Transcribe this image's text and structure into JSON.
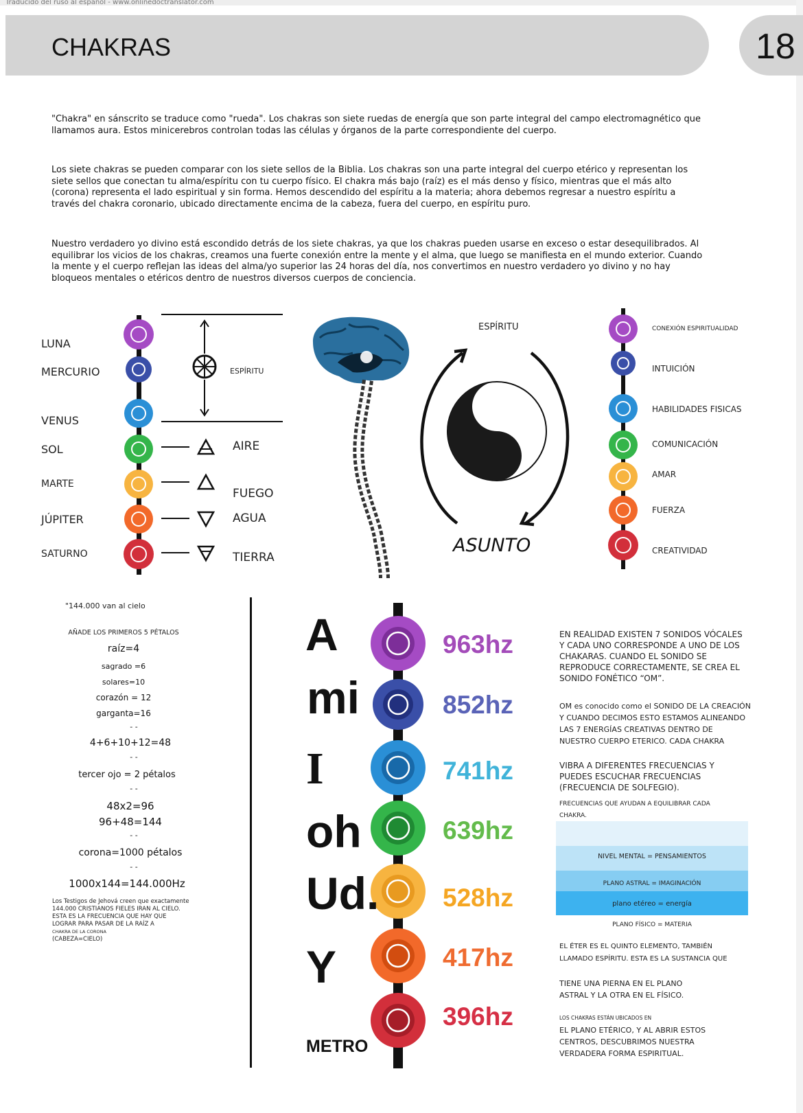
{
  "translator_bar": "Traducido del ruso al español - www.onlinedoctranslator.com",
  "header": {
    "title": "CHAKRAS",
    "page_number": "18"
  },
  "intro": [
    "\"Chakra\" en sánscrito se traduce como \"rueda\". Los chakras son siete ruedas de energía que son parte integral del campo electromagnético que llamamos aura. Estos minicerebros controlan todas las células y órganos de la parte correspondiente del cuerpo.",
    "Los siete chakras se pueden comparar con los siete sellos de la Biblia. Los chakras son una parte integral del cuerpo etérico y representan los siete sellos que conectan tu alma/espíritu con tu cuerpo físico. El chakra más bajo (raíz) es el más denso y físico, mientras que el más alto (corona) representa el lado espiritual y sin forma. Hemos descendido del espíritu a la materia; ahora debemos regresar a nuestro espíritu a través del chakra coronario, ubicado directamente encima de la cabeza, fuera del cuerpo, en espíritu puro.",
    "Nuestro verdadero yo divino está escondido detrás de los siete chakras, ya que los chakras pueden usarse en exceso o estar desequilibrados. Al equilibrar los vicios de los chakras, creamos una fuerte conexión entre la mente y el alma, que luego se manifiesta en el mundo exterior. Cuando la mente y el cuerpo reflejan las ideas del alma/yo superior las 24 horas del día, nos convertimos en nuestro verdadero yo divino y no hay bloqueos mentales o etéricos dentro de nuestros diversos cuerpos de conciencia."
  ],
  "planets": [
    "LUNA",
    "MERCURIO",
    "VENUS",
    "SOL",
    "MARTE",
    "JÚPITER",
    "SATURNO"
  ],
  "elements": {
    "spirit": "ESPÍRITU",
    "air": "AIRE",
    "fire": "FUEGO",
    "water": "AGUA",
    "earth": "TIERRA"
  },
  "diagram": {
    "top": "ESPÍRITU",
    "bottom": "ASUNTO"
  },
  "qualities": [
    "CONEXIÓN ESPIRITUALIDAD",
    "INTUICIÓN",
    "HABILIDADES FISICAS",
    "COMUNICACIÓN",
    "AMAR",
    "FUERZA",
    "CREATIVIDAD"
  ],
  "chakra_colors": [
    "#a54bc4",
    "#3a4fa8",
    "#2a8fd6",
    "#34b54a",
    "#f7b440",
    "#f2692a",
    "#d22f3b"
  ],
  "calc": {
    "quote": "\"144.000 van al cielo",
    "heading": "AÑADE LOS PRIMEROS 5 PÉTALOS",
    "l1": "raíz=4",
    "l2": "sagrado =6",
    "l3": "solares=10",
    "l4": "corazón = 12",
    "l5": "garganta=16",
    "dash": "- -",
    "sum": "4+6+10+12=48",
    "third_eye": "tercer ojo = 2 pétalos",
    "mult": "48x2=96",
    "add": "96+48=144",
    "crown": "corona=1000 pétalos",
    "result": "1000x144=144.000Hz",
    "note1": "Los Testigos de Jehová creen que exactamente",
    "note2": "144.000 CRISTIANOS FIELES IRAN AL CIELO.",
    "note3": "ESTA ES LA FRECUENCIA QUE HAY QUE",
    "note4": "LOGRAR PARA PASAR DE LA RAÍZ A",
    "note5": "CHAKRA DE LA CORONA",
    "note6": "(CABEZA=CIELO)"
  },
  "sounds": [
    "A",
    "mi",
    "I",
    "oh",
    "Ud.",
    "Y",
    "METRO"
  ],
  "frequencies": [
    {
      "hz": "963hz",
      "color": "#a34bb9"
    },
    {
      "hz": "852hz",
      "color": "#5a63b7"
    },
    {
      "hz": "741hz",
      "color": "#40b3d9"
    },
    {
      "hz": "639hz",
      "color": "#63bb4b"
    },
    {
      "hz": "528hz",
      "color": "#f5a623"
    },
    {
      "hz": "417hz",
      "color": "#ef6b30"
    },
    {
      "hz": "396hz",
      "color": "#d62f45"
    }
  ],
  "right_text": {
    "p1": "EN REALIDAD EXISTEN 7 SONIDOS VÓCALES Y CADA UNO CORRESPONDE A UNO DE LOS CHAKARAS. CUANDO EL SONIDO SE REPRODUCE CORRECTAMENTE, SE CREA EL SONIDO FONÉTICO “OM”.",
    "p2": "OM es conocido como el SONIDO DE LA CREACIÓN Y CUANDO DECIMOS ESTO ESTAMOS ALINEANDO LAS 7 ENERGÍAS CREATIVAS DENTRO DE NUESTRO CUERPO ETERICO. CADA CHAKRA",
    "p3": "VIBRA A DIFERENTES FRECUENCIAS Y PUEDES ESCUCHAR FRECUENCIAS (FRECUENCIA DE SOLFEGIO).",
    "p4": "FRECUENCIAS QUE AYUDAN A EQUILIBRAR CADA CHAKRA.",
    "b1": "NIVEL MENTAL = PENSAMIENTOS",
    "b2": "PLANO ASTRAL = IMAGINACIÓN",
    "b3": "plano etéreo = energía",
    "b4": "PLANO FÍSICO = MATERIA",
    "p5": "EL ÉTER ES EL QUINTO ELEMENTO, TAMBIÉN LLAMADO ESPÍRITU. ESTA ES LA SUSTANCIA QUE",
    "p6": "TIENE UNA PIERNA EN EL PLANO ASTRAL Y LA OTRA EN EL FÍSICO.",
    "p7": "LOS CHAKRAS ESTÁN UBICADOS EN",
    "p8": "EL PLANO ETÉRICO, Y AL ABRIR ESTOS CENTROS, DESCUBRIMOS NUESTRA VERDADERA FORMA ESPIRITUAL."
  }
}
